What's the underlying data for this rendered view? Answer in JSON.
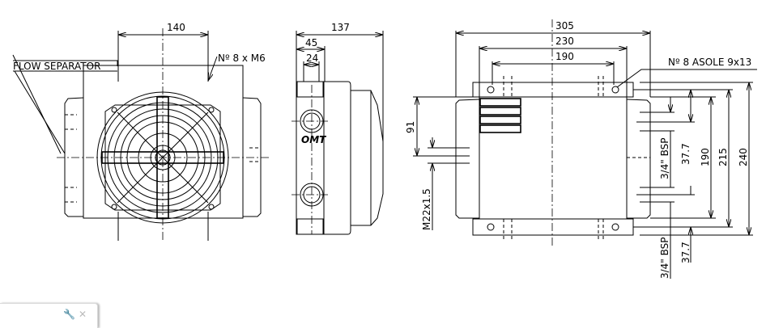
{
  "front_view": {
    "dim_width": "140",
    "label_flow_separator": "FLOW SEPARATOR",
    "label_bolts": "Nº 8 x M6"
  },
  "side_view": {
    "dim_depth": "137",
    "dim_45": "45",
    "dim_24": "24",
    "logo_text": "OMT"
  },
  "top_view": {
    "dim_305": "305",
    "dim_230": "230",
    "dim_190": "190",
    "label_slots": "Nº 8 ASOLE 9x13",
    "dim_91": "91",
    "label_m22": "M22x1.5",
    "label_bsp_top": "3/4\" BSP",
    "label_bsp_bottom": "3/4\" BSP",
    "dim_37_7_top": "37.7",
    "dim_37_7_bottom": "37.7",
    "dim_190_v": "190",
    "dim_215": "215",
    "dim_240": "240"
  },
  "widget": {
    "icons": [
      "wrench-icon",
      "close-icon"
    ],
    "wrench_glyph": "🔧",
    "close_glyph": "✕"
  }
}
